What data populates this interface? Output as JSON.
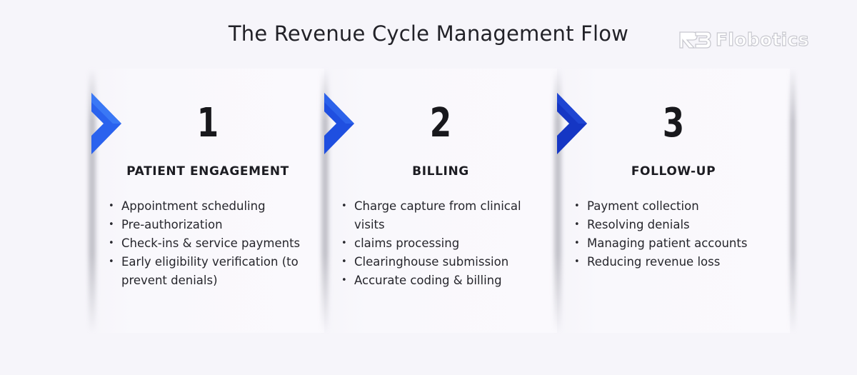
{
  "title": "The Revenue Cycle Management Flow",
  "brand": {
    "name": "Flobotics",
    "mark": "R3"
  },
  "colors": {
    "chevron_light": "#2f6bf2",
    "chevron_dark": "#1338c6",
    "background": "#f6f5fa"
  },
  "steps": [
    {
      "number": "1",
      "title": "PATIENT ENGAGEMENT",
      "items": [
        "Appointment scheduling",
        "Pre-authorization",
        "Check-ins & service payments",
        "Early eligibility verification (to prevent denials)"
      ]
    },
    {
      "number": "2",
      "title": "BILLING",
      "items": [
        "Charge capture from clinical visits",
        "claims processing",
        "Clearinghouse submission",
        "Accurate coding & billing"
      ]
    },
    {
      "number": "3",
      "title": "FOLLOW-UP",
      "items": [
        "Payment collection",
        "Resolving denials",
        "Managing patient accounts",
        "Reducing revenue loss"
      ]
    }
  ]
}
